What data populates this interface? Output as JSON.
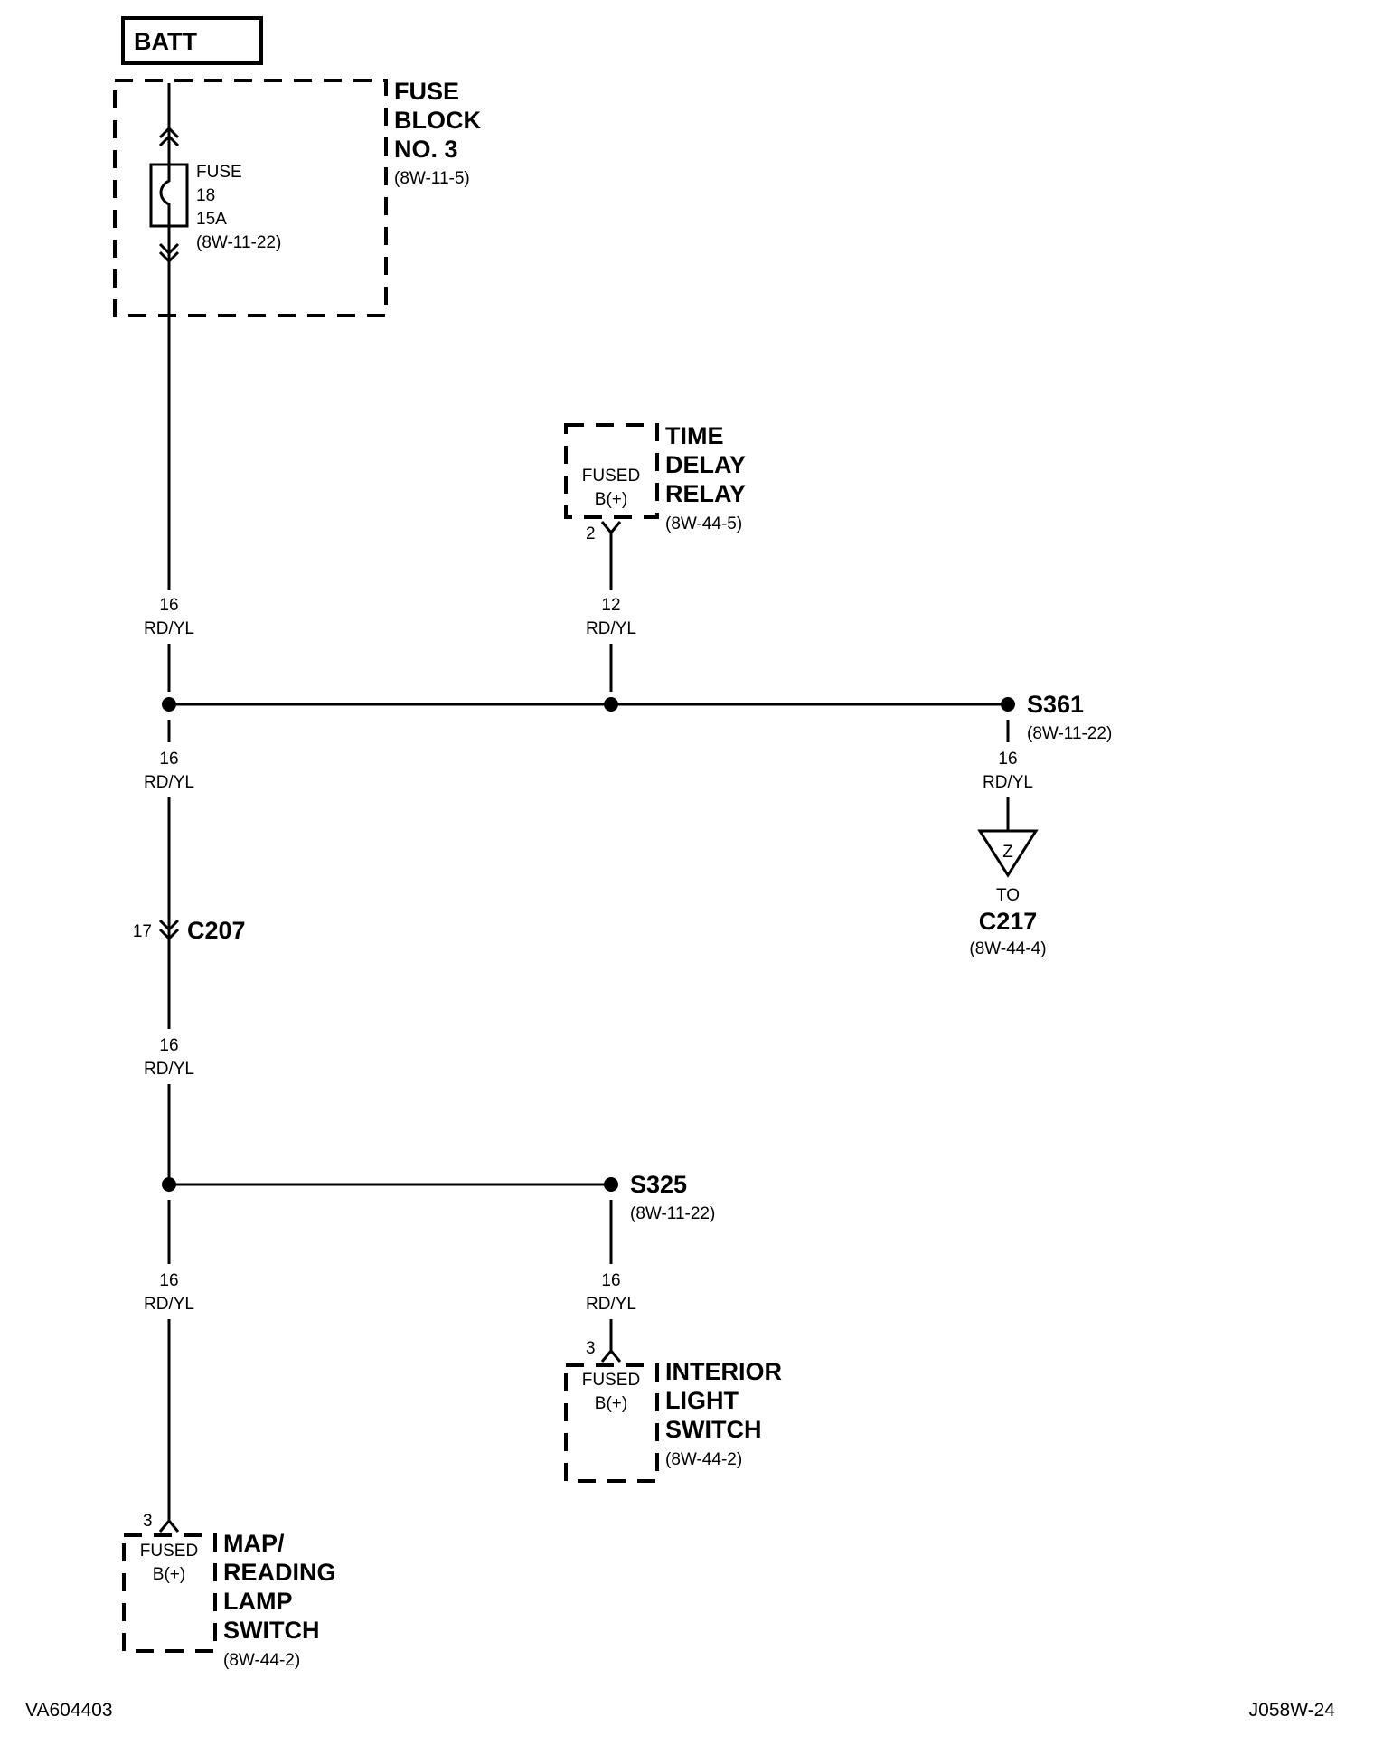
{
  "battery": {
    "label": "BATT"
  },
  "fuse_block": {
    "title_lines": [
      "FUSE",
      "BLOCK",
      "NO. 3"
    ],
    "ref": "(8W-11-5)",
    "fuse": {
      "label": "FUSE",
      "number": "18",
      "rating": "15A",
      "ref": "(8W-11-22)"
    }
  },
  "time_delay_relay": {
    "inner_lines": [
      "FUSED",
      "B(+)"
    ],
    "title_lines": [
      "TIME",
      "DELAY",
      "RELAY"
    ],
    "ref": "(8W-44-5)",
    "pin": "2"
  },
  "wires": {
    "w_top": {
      "gauge": "16",
      "color": "RD/YL"
    },
    "w_relay": {
      "gauge": "12",
      "color": "RD/YL"
    },
    "w_mid_left": {
      "gauge": "16",
      "color": "RD/YL"
    },
    "w_s361": {
      "gauge": "16",
      "color": "RD/YL"
    },
    "w_after_c207": {
      "gauge": "16",
      "color": "RD/YL"
    },
    "w_map": {
      "gauge": "16",
      "color": "RD/YL"
    },
    "w_s325": {
      "gauge": "16",
      "color": "RD/YL"
    }
  },
  "splice_s361": {
    "label": "S361",
    "ref": "(8W-11-22)"
  },
  "connector_ref": {
    "letter": "Z",
    "to_label": "TO",
    "connector": "C217",
    "ref": "(8W-44-4)"
  },
  "connector_c207": {
    "label": "C207",
    "pin": "17"
  },
  "splice_s325": {
    "label": "S325",
    "ref": "(8W-11-22)"
  },
  "interior_light_switch": {
    "inner_lines": [
      "FUSED",
      "B(+)"
    ],
    "title_lines": [
      "INTERIOR",
      "LIGHT",
      "SWITCH"
    ],
    "ref": "(8W-44-2)",
    "pin": "3"
  },
  "map_lamp_switch": {
    "inner_lines": [
      "FUSED",
      "B(+)"
    ],
    "title_lines": [
      "MAP/",
      "READING",
      "LAMP",
      "SWITCH"
    ],
    "ref": "(8W-44-2)",
    "pin": "3"
  },
  "footer": {
    "left_code": "VA604403",
    "right_code": "J058W-24"
  }
}
